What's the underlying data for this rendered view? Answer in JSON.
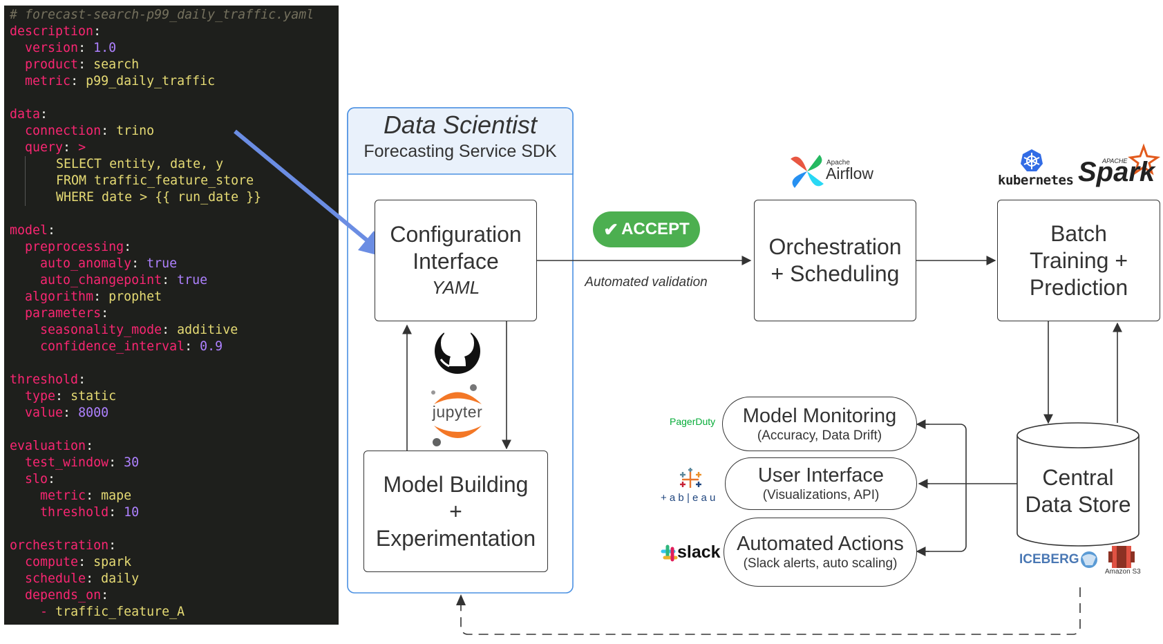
{
  "code": {
    "lines": [
      [
        [
          "c",
          "# forecast-search-p99_daily_traffic.yaml"
        ]
      ],
      [
        [
          "k",
          "description"
        ],
        [
          "p",
          ":"
        ]
      ],
      [
        [
          "p",
          "  "
        ],
        [
          "k",
          "version"
        ],
        [
          "p",
          ": "
        ],
        [
          "n",
          "1.0"
        ]
      ],
      [
        [
          "p",
          "  "
        ],
        [
          "k",
          "product"
        ],
        [
          "p",
          ": "
        ],
        [
          "s",
          "search"
        ]
      ],
      [
        [
          "p",
          "  "
        ],
        [
          "k",
          "metric"
        ],
        [
          "p",
          ": "
        ],
        [
          "s",
          "p99_daily_traffic"
        ]
      ],
      [],
      [
        [
          "k",
          "data"
        ],
        [
          "p",
          ":"
        ]
      ],
      [
        [
          "p",
          "  "
        ],
        [
          "k",
          "connection"
        ],
        [
          "p",
          ": "
        ],
        [
          "s",
          "trino"
        ]
      ],
      [
        [
          "p",
          "  "
        ],
        [
          "k",
          "query"
        ],
        [
          "p",
          ": "
        ],
        [
          "k",
          ">"
        ]
      ],
      [
        [
          "g",
          ""
        ],
        [
          "s",
          "    SELECT entity, date, y"
        ]
      ],
      [
        [
          "g",
          ""
        ],
        [
          "s",
          "    FROM traffic_feature_store"
        ]
      ],
      [
        [
          "g",
          ""
        ],
        [
          "s",
          "    WHERE date > {{ run_date }}"
        ]
      ],
      [],
      [
        [
          "k",
          "model"
        ],
        [
          "p",
          ":"
        ]
      ],
      [
        [
          "p",
          "  "
        ],
        [
          "k",
          "preprocessing"
        ],
        [
          "p",
          ":"
        ]
      ],
      [
        [
          "p",
          "    "
        ],
        [
          "k",
          "auto_anomaly"
        ],
        [
          "p",
          ": "
        ],
        [
          "n",
          "true"
        ]
      ],
      [
        [
          "p",
          "    "
        ],
        [
          "k",
          "auto_changepoint"
        ],
        [
          "p",
          ": "
        ],
        [
          "n",
          "true"
        ]
      ],
      [
        [
          "p",
          "  "
        ],
        [
          "k",
          "algorithm"
        ],
        [
          "p",
          ": "
        ],
        [
          "s",
          "prophet"
        ]
      ],
      [
        [
          "p",
          "  "
        ],
        [
          "k",
          "parameters"
        ],
        [
          "p",
          ":"
        ]
      ],
      [
        [
          "p",
          "    "
        ],
        [
          "k",
          "seasonality_mode"
        ],
        [
          "p",
          ": "
        ],
        [
          "s",
          "additive"
        ]
      ],
      [
        [
          "p",
          "    "
        ],
        [
          "k",
          "confidence_interval"
        ],
        [
          "p",
          ": "
        ],
        [
          "n",
          "0.9"
        ]
      ],
      [],
      [
        [
          "k",
          "threshold"
        ],
        [
          "p",
          ":"
        ]
      ],
      [
        [
          "p",
          "  "
        ],
        [
          "k",
          "type"
        ],
        [
          "p",
          ": "
        ],
        [
          "s",
          "static"
        ]
      ],
      [
        [
          "p",
          "  "
        ],
        [
          "k",
          "value"
        ],
        [
          "p",
          ": "
        ],
        [
          "n",
          "8000"
        ]
      ],
      [],
      [
        [
          "k",
          "evaluation"
        ],
        [
          "p",
          ":"
        ]
      ],
      [
        [
          "p",
          "  "
        ],
        [
          "k",
          "test_window"
        ],
        [
          "p",
          ": "
        ],
        [
          "n",
          "30"
        ]
      ],
      [
        [
          "p",
          "  "
        ],
        [
          "k",
          "slo"
        ],
        [
          "p",
          ":"
        ]
      ],
      [
        [
          "p",
          "    "
        ],
        [
          "k",
          "metric"
        ],
        [
          "p",
          ": "
        ],
        [
          "s",
          "mape"
        ]
      ],
      [
        [
          "p",
          "    "
        ],
        [
          "k",
          "threshold"
        ],
        [
          "p",
          ": "
        ],
        [
          "n",
          "10"
        ]
      ],
      [],
      [
        [
          "k",
          "orchestration"
        ],
        [
          "p",
          ":"
        ]
      ],
      [
        [
          "p",
          "  "
        ],
        [
          "k",
          "compute"
        ],
        [
          "p",
          ": "
        ],
        [
          "s",
          "spark"
        ]
      ],
      [
        [
          "p",
          "  "
        ],
        [
          "k",
          "schedule"
        ],
        [
          "p",
          ": "
        ],
        [
          "s",
          "daily"
        ]
      ],
      [
        [
          "p",
          "  "
        ],
        [
          "k",
          "depends_on"
        ],
        [
          "p",
          ":"
        ]
      ],
      [
        [
          "p",
          "    "
        ],
        [
          "k",
          "-"
        ],
        [
          "p",
          " "
        ],
        [
          "s",
          "traffic_feature_A"
        ]
      ]
    ]
  },
  "colors": {
    "accent_blue": "#6b8de3",
    "panel_bg": "#e9f1fb",
    "panel_border": "#4a90e2",
    "accept_green": "#4caf50",
    "code_bg": "#1e1f1c"
  },
  "sdk": {
    "title": "Data Scientist",
    "subtitle": "Forecasting Service SDK"
  },
  "config": {
    "line1": "Configuration",
    "line2": "Interface",
    "line3": "YAML"
  },
  "model_building": {
    "line1": "Model Building",
    "line2": "+",
    "line3": "Experimentation"
  },
  "accept": {
    "label": "ACCEPT"
  },
  "validation_label": "Automated validation",
  "orchestration": {
    "line1": "Orchestration",
    "line2": "+ Scheduling"
  },
  "batch": {
    "line1": "Batch",
    "line2": "Training +",
    "line3": "Prediction"
  },
  "datastore": {
    "line1": "Central",
    "line2": "Data Store"
  },
  "monitoring": {
    "title": "Model Monitoring",
    "sub": "(Accuracy, Data Drift)"
  },
  "ui": {
    "title": "User Interface",
    "sub": "(Visualizations, API)"
  },
  "actions": {
    "title": "Automated Actions",
    "sub": "(Slack alerts, auto scaling)"
  },
  "logos": {
    "airflow_small": "Apache",
    "airflow": "Airflow",
    "kubernetes": "kubernetes",
    "spark_small": "APACHE",
    "spark": "Spark",
    "jupyter": "jupyter",
    "pagerduty": "PagerDuty",
    "tableau": "+ a b | e a u",
    "slack": "slack",
    "iceberg": "ICEBERG",
    "s3": "Amazon S3"
  },
  "icons": [
    "github-icon",
    "jupyter-icon",
    "airflow-icon",
    "kubernetes-icon",
    "spark-icon",
    "pagerduty-logo",
    "tableau-icon",
    "slack-icon",
    "iceberg-icon",
    "amazon-s3-icon",
    "check-icon"
  ]
}
